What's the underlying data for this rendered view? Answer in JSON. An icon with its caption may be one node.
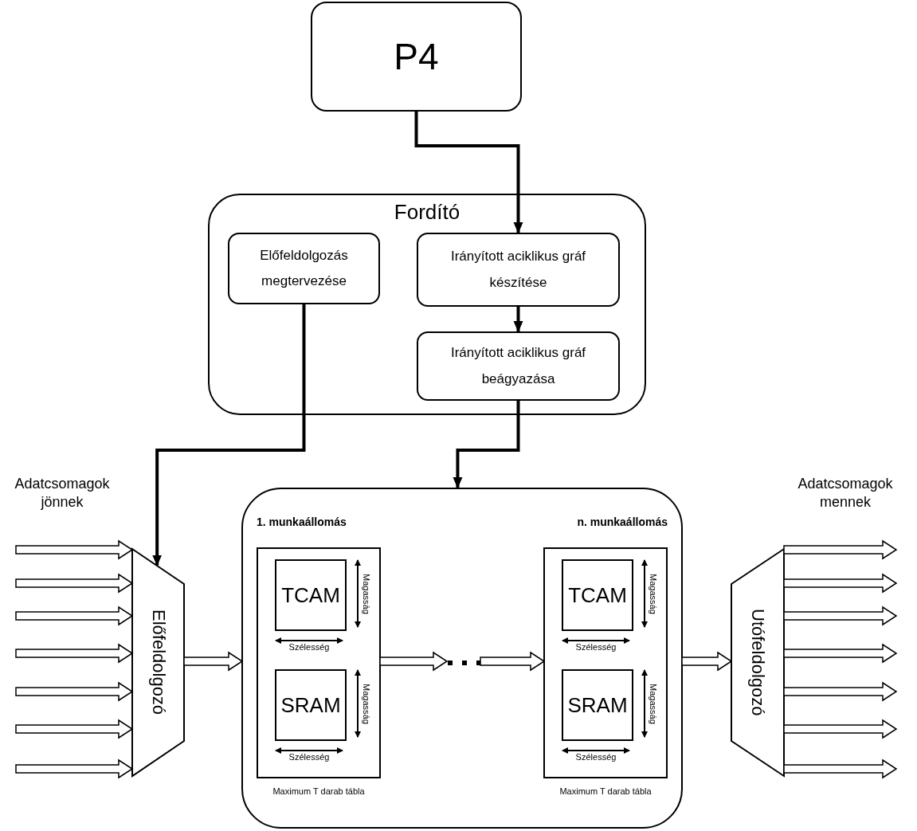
{
  "diagram": {
    "nodes": [
      {
        "text": [
          "P4"
        ]
      },
      {
        "text": [
          "Fordító"
        ]
      },
      {
        "text": [
          "Előfeldolgozás megtervezése"
        ],
        "in": 1
      },
      {
        "text": [
          "Irányított aciklikus gráf készítése"
        ],
        "in": 1
      },
      {
        "text": [
          "Irányított aciklikus gráf beágyazása"
        ],
        "in": 1
      },
      {
        "text": [],
        "shape": "box"
      },
      {
        "text": [
          "1. munkaállomás"
        ],
        "beside": [
          "Maximum T darab tábla"
        ],
        "in": 5
      },
      {
        "text": [
          "TCAM"
        ],
        "in": 6
      },
      {
        "text": [
          "SRAM"
        ],
        "in": 6
      },
      {
        "text": [
          "n. munkaállomás"
        ],
        "beside": [
          "Maximum T darab tábla"
        ],
        "in": 5
      },
      {
        "text": [
          "TCAM"
        ],
        "in": 9
      },
      {
        "text": [
          "SRAM"
        ],
        "in": 9
      },
      {
        "text": [
          "Előfeldolgozó"
        ]
      },
      {
        "text": [
          "Utófeldolgozó"
        ]
      },
      {
        "text": [],
        "shape": "ellipsis",
        "in": 5
      }
    ],
    "edges": [
      {
        "from": 0,
        "to": 3,
        "arrow": "to"
      },
      {
        "from": 3,
        "to": 4,
        "arrow": "to"
      },
      {
        "from": 2,
        "to": 12,
        "arrow": "to"
      },
      {
        "from": 4,
        "to": 5,
        "arrow": "to"
      },
      {
        "from": null,
        "to": 12,
        "arrow": "to",
        "style": "thick"
      },
      {
        "from": null,
        "to": 12,
        "arrow": "to",
        "style": "thick"
      },
      {
        "from": null,
        "to": 12,
        "arrow": "to",
        "style": "thick"
      },
      {
        "from": null,
        "to": 12,
        "arrow": "to",
        "style": "thick"
      },
      {
        "from": null,
        "to": 12,
        "arrow": "to",
        "style": "thick"
      },
      {
        "from": null,
        "to": 12,
        "arrow": "to",
        "style": "thick"
      },
      {
        "from": null,
        "to": 12,
        "arrow": "to",
        "style": "thick"
      },
      {
        "from": 12,
        "to": 5,
        "arrow": "to",
        "style": "thick"
      },
      {
        "from": 6,
        "to": 14,
        "arrow": "to",
        "style": "thick"
      },
      {
        "from": 14,
        "to": 9,
        "arrow": "to",
        "style": "thick"
      },
      {
        "from": 5,
        "to": 13,
        "arrow": "to",
        "style": "thick"
      },
      {
        "from": 13,
        "to": null,
        "arrow": "to",
        "style": "thick"
      },
      {
        "from": 13,
        "to": null,
        "arrow": "to",
        "style": "thick"
      },
      {
        "from": 13,
        "to": null,
        "arrow": "to",
        "style": "thick"
      },
      {
        "from": 13,
        "to": null,
        "arrow": "to",
        "style": "thick"
      },
      {
        "from": 13,
        "to": null,
        "arrow": "to",
        "style": "thick"
      },
      {
        "from": 13,
        "to": null,
        "arrow": "to",
        "style": "thick"
      },
      {
        "from": 13,
        "to": null,
        "arrow": "to",
        "style": "thick"
      }
    ],
    "labels": [
      "Adatcsomagok jönnek",
      "Adatcsomagok mennek",
      "Magasság",
      "Szélesség",
      "Magasság",
      "Szélesség",
      "Magasság",
      "Szélesség",
      "Magasság",
      "Szélesség"
    ]
  }
}
